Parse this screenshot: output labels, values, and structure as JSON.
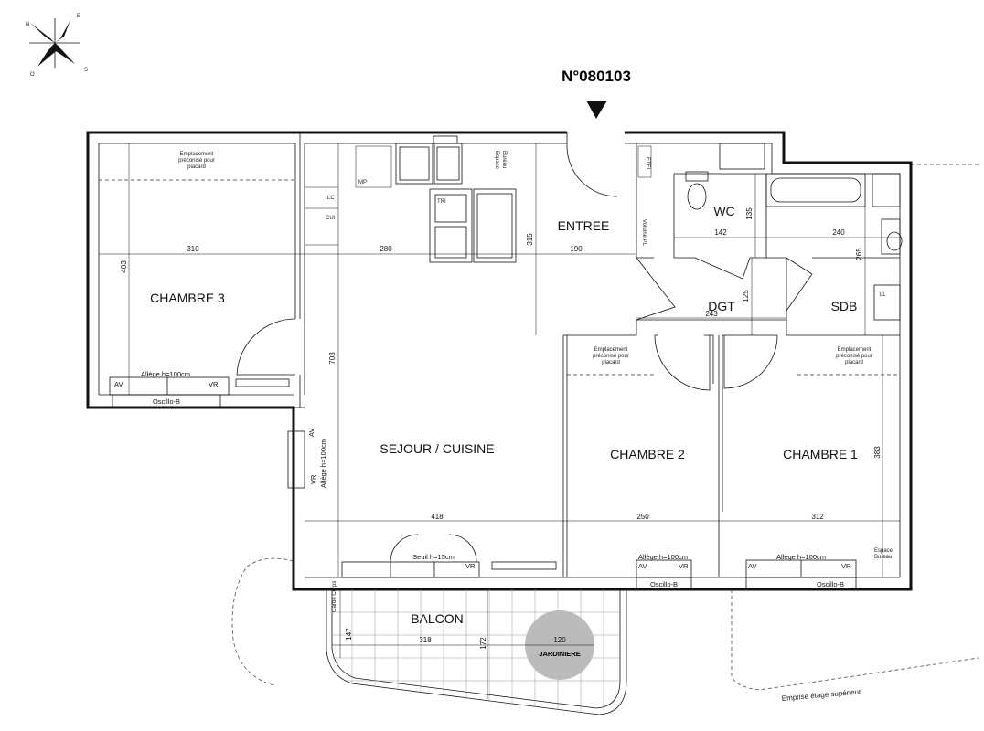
{
  "plan": {
    "lot_number": "N°080103",
    "compass": {
      "n": "N",
      "e": "E",
      "s": "S",
      "o": "O"
    }
  },
  "rooms": {
    "chambre3": "CHAMBRE 3",
    "sejour": "SEJOUR / CUISINE",
    "entree": "ENTREE",
    "wc": "WC",
    "dgt": "DGT",
    "sdb": "SDB",
    "chambre2": "CHAMBRE 2",
    "chambre1": "CHAMBRE 1",
    "balcon": "BALCON",
    "jardiniere": "JARDINIERE"
  },
  "dimensions": {
    "c3_width": "310",
    "c3_height": "403",
    "sej_top": "280",
    "sej_height": "703",
    "entree_width": "190",
    "entree_height": "315",
    "wc_width": "142",
    "wc_height": "135",
    "sdb_width": "240",
    "sdb_height": "265",
    "dgt_width": "243",
    "dgt_height": "125",
    "sej_width": "418",
    "c2_width": "250",
    "c1_width": "312",
    "c1_height": "383",
    "balcon_height": "147",
    "balcon_width": "318",
    "balcon_depth": "172",
    "jardiniere_width": "120"
  },
  "annotations": {
    "placard_line1": "Emplacement",
    "placard_line2": "préconisé pour",
    "placard_line3": "placard",
    "mp": "MP",
    "lc": "LC",
    "cui": "CUI",
    "tri": "TRI",
    "espace_bureau_1": "Espace",
    "espace_bureau_2": "Bureau",
    "etel": "ETEL",
    "volume_pl": "Volume PL",
    "ll": "LL",
    "garde_corps": "Garde Corps",
    "emprise": "Emprise étage supérieur"
  },
  "windows": {
    "allege": "Allège h=100cm",
    "oscillo": "Oscillo-B",
    "av": "AV",
    "vr": "VR",
    "seuil": "Seuil h=15cm"
  }
}
